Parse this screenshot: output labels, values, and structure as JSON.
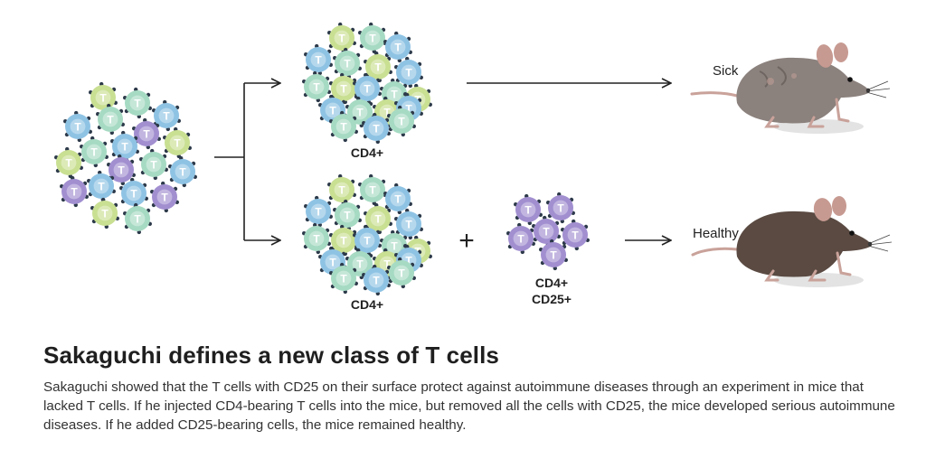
{
  "diagram": {
    "labels": {
      "cd4_top": "CD4+",
      "cd4_bottom": "CD4+",
      "cd4_cd25_line1": "CD4+",
      "cd4_cd25_line2": "CD25+",
      "sick": "Sick",
      "healthy": "Healthy",
      "plus": "+"
    },
    "cell_glyph": "T",
    "colors": {
      "green": "#c9df92",
      "teal": "#a6dac3",
      "blue": "#8fc3e4",
      "purple": "#a18fd0",
      "mouse_sick": "#8b817d",
      "mouse_healthy": "#5a4a42",
      "arrow": "#222222"
    }
  },
  "caption": {
    "title": "Sakaguchi defines a new class of T cells",
    "body": "Sakaguchi showed that the T cells with CD25 on their surface protect against autoimmune diseases through an experiment in mice that lacked T cells. If he injected CD4-bearing T cells into the mice, but removed all the cells with CD25, the mice developed serious autoimmune diseases. If he added CD25-bearing cells, the mice remained healthy."
  }
}
